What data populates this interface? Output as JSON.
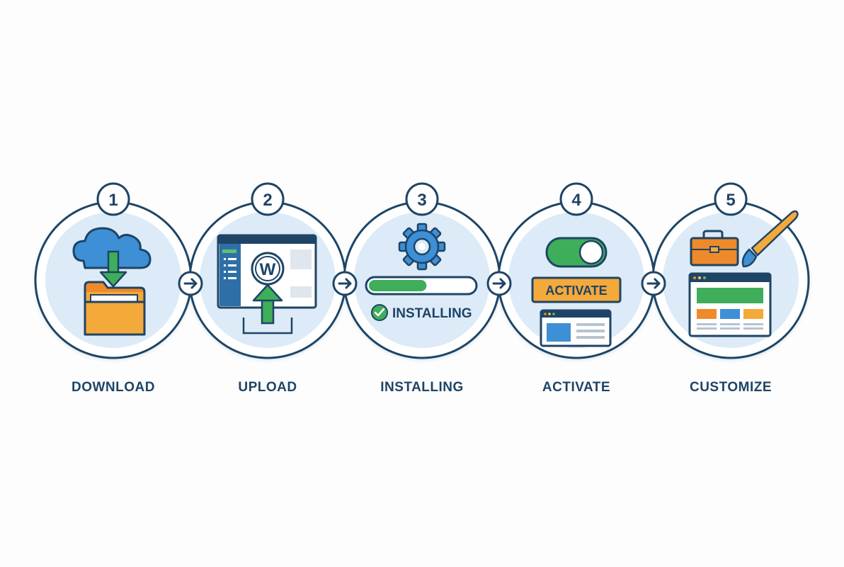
{
  "steps": [
    {
      "number": "1",
      "label": "DOWNLOAD",
      "icon": "cloud-download-folder-icon"
    },
    {
      "number": "2",
      "label": "UPLOAD",
      "icon": "wordpress-upload-icon"
    },
    {
      "number": "3",
      "label": "INSTALLING",
      "icon": "gear-progress-icon",
      "progress": 0.55,
      "status_text": "INSTALLING"
    },
    {
      "number": "4",
      "label": "ACTIVATE",
      "icon": "toggle-activate-icon",
      "button_text": "ACTIVATE"
    },
    {
      "number": "5",
      "label": "CUSTOMIZE",
      "icon": "toolbox-paintbrush-icon"
    }
  ],
  "colors": {
    "outline": "#1f4466",
    "circle_fill": "#dcebf7",
    "blue": "#3d8fd6",
    "green": "#3fae5a",
    "orange": "#f4a93b",
    "dark_orange": "#ee8a2a"
  }
}
